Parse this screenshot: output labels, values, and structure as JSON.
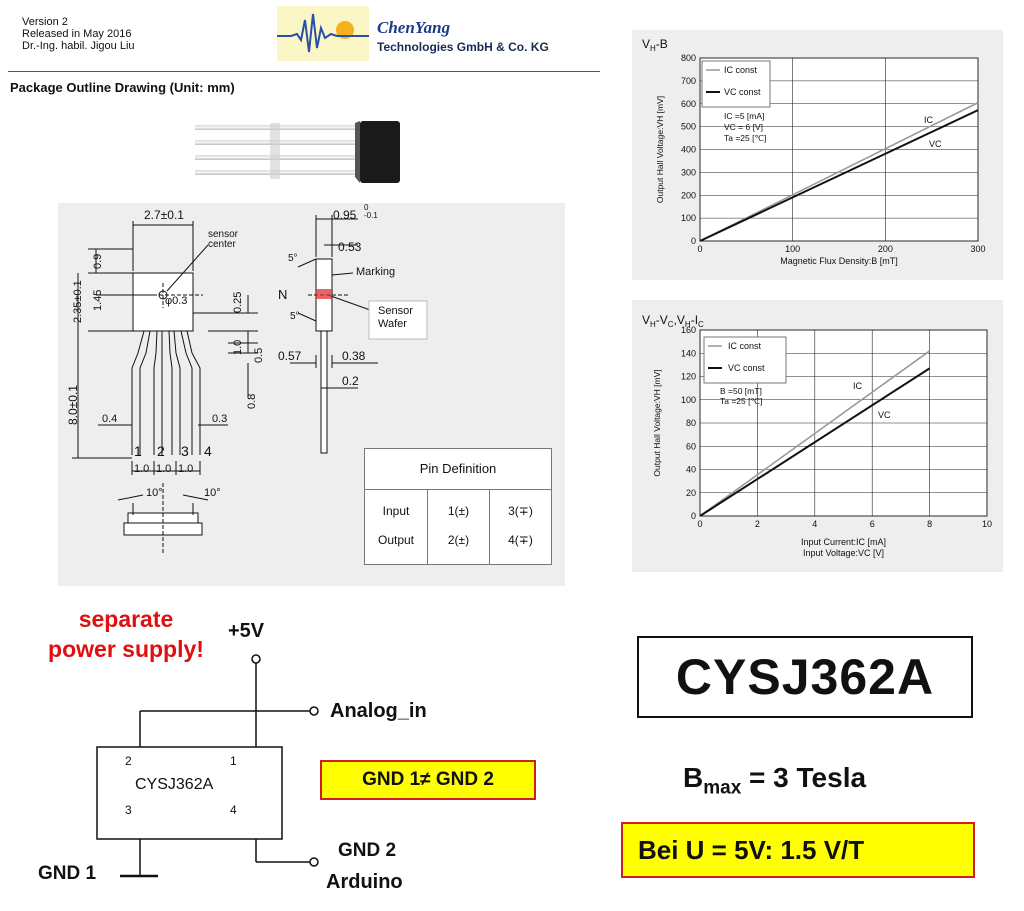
{
  "header": {
    "version": "Version 2",
    "released": "Released in May 2016",
    "author": "Dr.-Ing. habil. Jigou Liu",
    "logo_name": "ChenYang",
    "company": "Technologies GmbH & Co. KG"
  },
  "section_title": "Package Outline Drawing (Unit: mm)",
  "drawing": {
    "width_dim": "2.7±0.1",
    "sensor_center": [
      "sensor",
      "center"
    ],
    "phi": "φ0.3",
    "dim_09": "0.9",
    "dim_235": "2.35±0.1",
    "dim_145": "1.45",
    "dim_80": "8.0±0.1",
    "dim_04": "0.4",
    "dim_03": "0.3",
    "pins": [
      "1",
      "2",
      "3",
      "4"
    ],
    "pitch": [
      "1.0",
      "1.0",
      "1.0"
    ],
    "angle_left": "10°",
    "angle_right": "10°",
    "side_095": "0.95",
    "side_095_tol_top": "0",
    "side_095_tol_bot": "-0.1",
    "side_053": "0.53",
    "marking": "Marking",
    "n_label": "N",
    "angle5a": "5°",
    "angle5b": "5°",
    "dim_025": "0.25",
    "dim_10": "1.0",
    "dim_05": "0.5",
    "dim_08": "0.8",
    "sensor_wafer": [
      "Sensor",
      "Wafer"
    ],
    "dim_057": "0.57",
    "dim_038": "0.38",
    "dim_02": "0.2"
  },
  "pin_table": {
    "title": "Pin Definition",
    "rows": [
      {
        "name": "Input",
        "a": "1(±)",
        "b": "3(∓)"
      },
      {
        "name": "Output",
        "a": "2(±)",
        "b": "4(∓)"
      }
    ]
  },
  "chart_data": [
    {
      "type": "line",
      "title": "VH-B",
      "xlabel": "Magnetic Flux Density:B [mT]",
      "ylabel": "Output Hall Voltage:VH [mV]",
      "xlim": [
        0,
        300
      ],
      "ylim": [
        0,
        800
      ],
      "xticks": [
        0,
        100,
        200,
        300
      ],
      "yticks": [
        0,
        100,
        200,
        300,
        400,
        500,
        600,
        700,
        800
      ],
      "legend": [
        "IC const",
        "VC const"
      ],
      "conditions": [
        "IC =5 [mA]",
        "VC = 6 [V]",
        "Ta =25 [℃]"
      ],
      "curve_labels": [
        "IC",
        "VC"
      ],
      "series": [
        {
          "name": "IC const",
          "x": [
            0,
            300
          ],
          "y": [
            0,
            605
          ],
          "color": "#999999"
        },
        {
          "name": "VC const",
          "x": [
            0,
            300
          ],
          "y": [
            0,
            572
          ],
          "color": "#111111"
        }
      ],
      "grid": true
    },
    {
      "type": "line",
      "title": "VH-VC,VH-IC",
      "xlabel": "Input Current:IC [mA]",
      "xlabel2": "Input Voltage:VC [V]",
      "ylabel": "Output Hall Voltage:VH [mV]",
      "xlim": [
        0,
        10
      ],
      "ylim": [
        0,
        160
      ],
      "xticks": [
        0,
        2,
        4,
        6,
        8,
        10
      ],
      "yticks": [
        0,
        20,
        40,
        60,
        80,
        100,
        120,
        140,
        160
      ],
      "legend": [
        "IC const",
        "VC const"
      ],
      "conditions": [
        "B =50 [mT]",
        "Ta =25 [℃]"
      ],
      "curve_labels": [
        "IC",
        "VC"
      ],
      "series": [
        {
          "name": "IC const",
          "x": [
            0,
            8
          ],
          "y": [
            0,
            142
          ],
          "color": "#999999"
        },
        {
          "name": "VC const",
          "x": [
            0,
            8
          ],
          "y": [
            0,
            127
          ],
          "color": "#111111"
        }
      ],
      "grid": true
    }
  ],
  "circuit": {
    "separate_line1": "separate",
    "separate_line2": "power supply!",
    "plus5v": "+5V",
    "analog_in": "Analog_in",
    "chip_name": "CYSJ362A",
    "pin2": "2",
    "pin1": "1",
    "pin3": "3",
    "pin4": "4",
    "gnd_note": "GND 1≠ GND 2",
    "gnd1": "GND 1",
    "gnd2": "GND 2",
    "arduino": "Arduino"
  },
  "part_number": "CYSJ362A",
  "bmax_prefix": "B",
  "bmax_sub": "max",
  "bmax_suffix": " = 3 Tesla",
  "sensitivity": "Bei U = 5V:  1.5 V/T",
  "colors": {
    "red": "#e01010",
    "yellow": "#ffff00",
    "panel": "#eeeeee"
  }
}
